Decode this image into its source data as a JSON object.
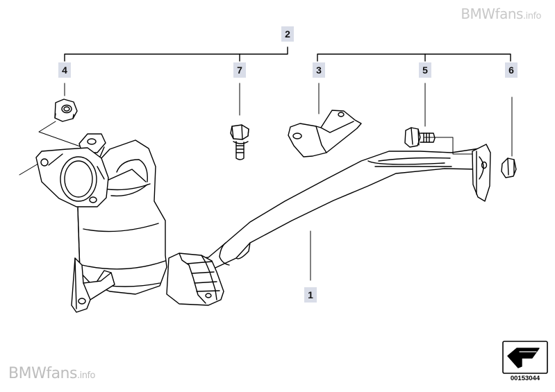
{
  "watermarks": {
    "top": {
      "brand": "BMWfans",
      "suffix": ".info"
    },
    "bottom": {
      "brand": "BMWfans",
      "suffix": ".info"
    }
  },
  "callouts": {
    "c1": "1",
    "c2": "2",
    "c3": "3",
    "c4": "4",
    "c5": "5",
    "c6": "6",
    "c7": "7"
  },
  "diagram_id": "00153044",
  "colors": {
    "line": "#000000",
    "callout_bg": "#d9dde8",
    "watermark": "#c8c8c8"
  },
  "icons": [
    "nut-icon",
    "bolt-icon",
    "bracket-icon",
    "screw-icon",
    "catalytic-converter-icon",
    "exhaust-pipe-icon",
    "flange-nut-icon",
    "return-arrow-icon"
  ]
}
